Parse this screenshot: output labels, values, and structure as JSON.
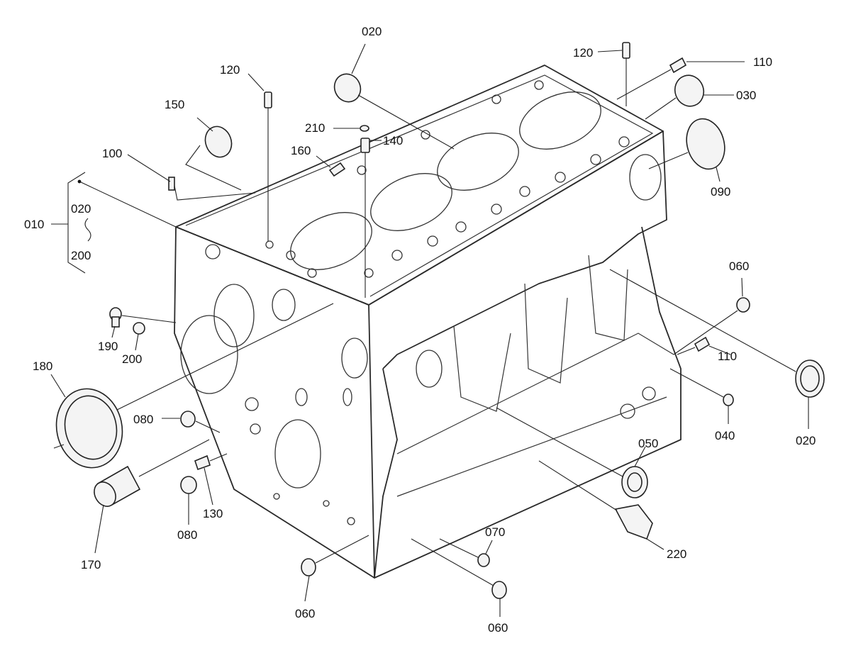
{
  "figure": {
    "subject": "engine cylinder block exploded view",
    "callouts": {
      "c010": "010",
      "c020_group": "020",
      "c200_group": "200",
      "c020_top": "020",
      "c020_right": "020",
      "c030": "030",
      "c040": "040",
      "c050": "050",
      "c060_right": "060",
      "c060_bottom_left": "060",
      "c060_bottom_mid": "060",
      "c070": "070",
      "c080_upper": "080",
      "c080_lower": "080",
      "c090": "090",
      "c100": "100",
      "c110_top": "110",
      "c110_right": "110",
      "c120_left": "120",
      "c120_top": "120",
      "c130": "130",
      "c140": "140",
      "c150": "150",
      "c160": "160",
      "c170": "170",
      "c180": "180",
      "c190": "190",
      "c200": "200",
      "c210": "210",
      "c220": "220"
    }
  }
}
